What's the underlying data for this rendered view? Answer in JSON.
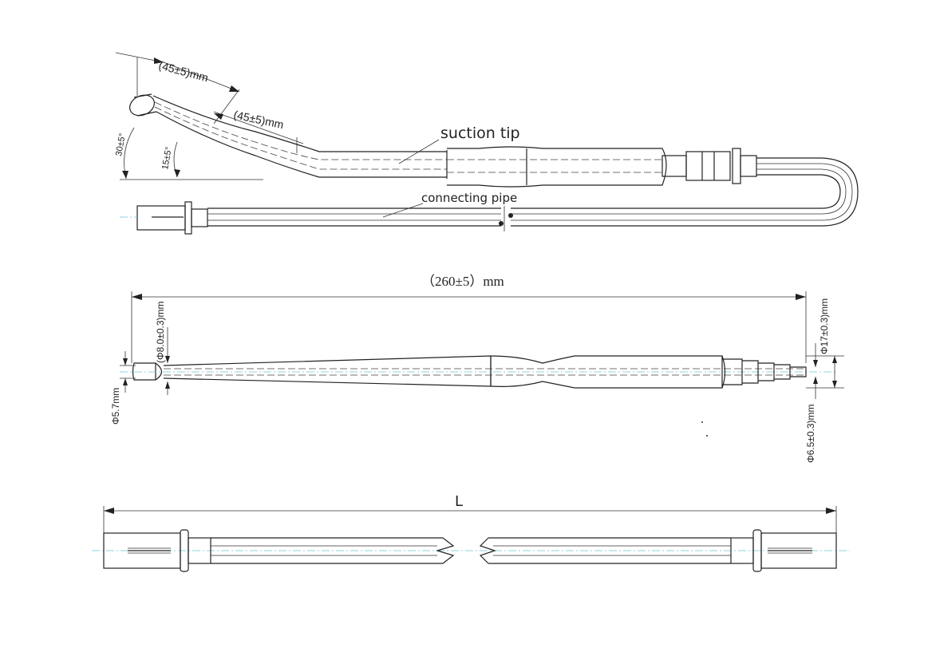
{
  "view1": {
    "dim_outer_length": "(45±5)mm",
    "dim_inner_length": "(45±5)mm",
    "angle_outer": "30±5°",
    "angle_inner": "15±5°",
    "label_suction_tip": "suction tip",
    "label_connecting_pipe": "connecting pipe"
  },
  "view2": {
    "dim_total_length": "（260±5）mm",
    "dim_tip_inner": "(Φ8.0±0.3)mm",
    "dim_tip_outer": "Φ5.7mm",
    "dim_end_outer": "Φ17±0.3)mm",
    "dim_end_inner": "Φ6.5±0.3)mm"
  },
  "view3": {
    "dim_length": "L"
  }
}
